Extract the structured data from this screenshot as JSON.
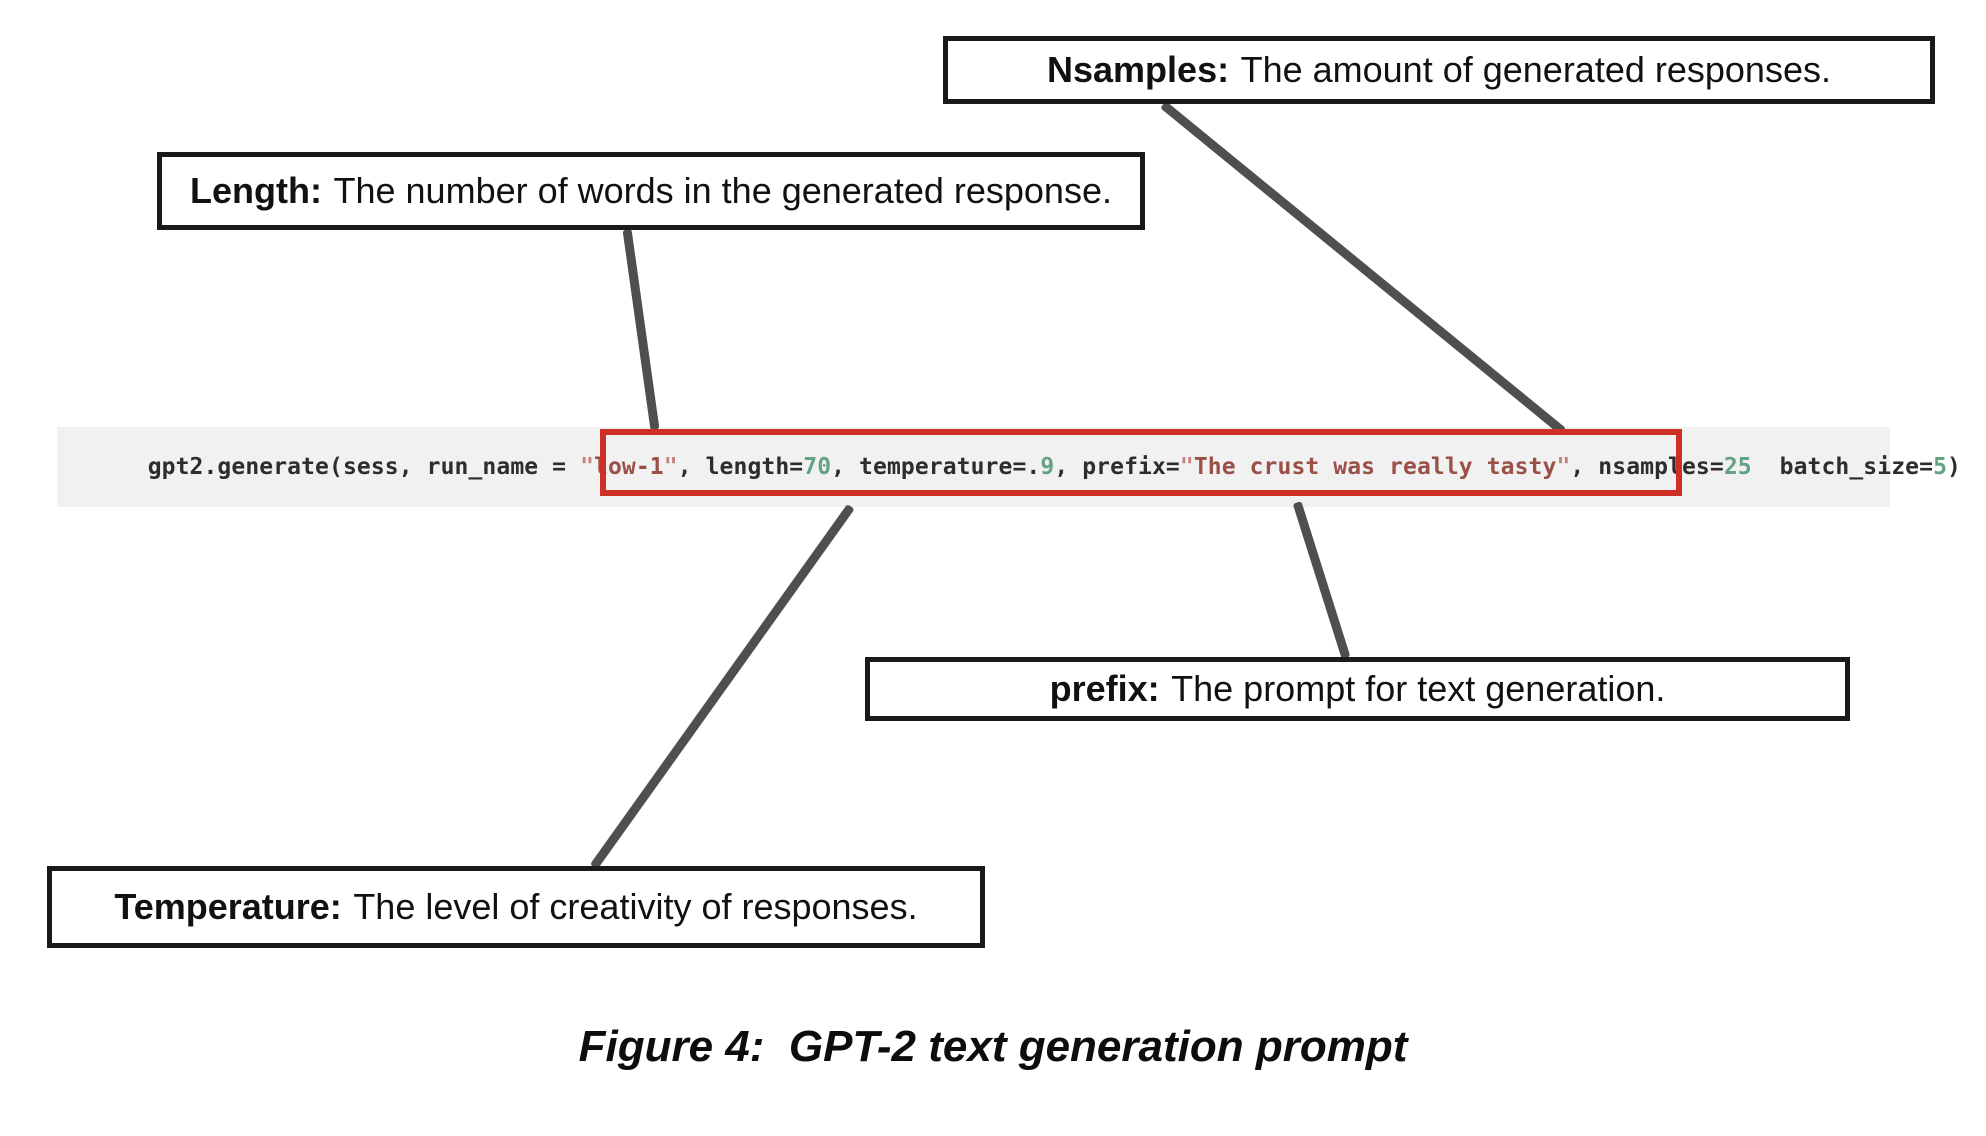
{
  "figure": {
    "caption": "Figure 4:  GPT-2 text generation prompt"
  },
  "callouts": {
    "nsamples": {
      "term": "Nsamples:",
      "description": "The amount of generated responses."
    },
    "length": {
      "term": "Length:",
      "description": "The number of words in the generated response."
    },
    "prefix": {
      "term": "prefix:",
      "description": "The prompt for text generation."
    },
    "temperature": {
      "term": "Temperature:",
      "description": "The level of creativity of responses."
    }
  },
  "code": {
    "full_text": "gpt2.generate(sess, run_name = \"low-1\", length=70, temperature=.9, prefix=\"The crust was really tasty\", nsamples=25  batch_size=5)",
    "highlighted_segment": "length=70, temperature=.9, prefix=\"The crust was really tasty\", nsamples=25",
    "tokens": [
      {
        "t": "gpt2.generate(sess, run_name = "
      },
      {
        "t": "\""
      },
      {
        "t": "low-1"
      },
      {
        "t": "\""
      },
      {
        "t": ", length="
      },
      {
        "t": "70"
      },
      {
        "t": ", temperature=."
      },
      {
        "t": "9"
      },
      {
        "t": ", prefix="
      },
      {
        "t": "\""
      },
      {
        "t": "The crust was really tasty"
      },
      {
        "t": "\""
      },
      {
        "t": ", nsamples="
      },
      {
        "t": "25"
      },
      {
        "t": "  batch_size="
      },
      {
        "t": "5"
      },
      {
        "t": ")"
      }
    ]
  },
  "colors": {
    "code_bg": "#f1f1f2",
    "code_text": "#2d2d2d",
    "string": "#9a4f47",
    "string_quote": "#c4837c",
    "number": "#64a284",
    "highlight_border": "#cd3126",
    "connector": "#4f4f4f",
    "box_border": "#1a1a1a"
  }
}
